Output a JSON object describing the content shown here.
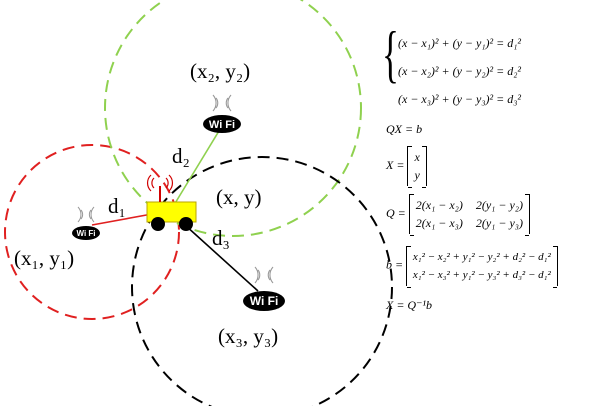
{
  "colors": {
    "red": "#e02020",
    "green": "#8fd14f",
    "black": "#000000",
    "robot": "#ffff00"
  },
  "labels": {
    "p1": "(x₁, y₁)",
    "p2": "(x₂, y₂)",
    "p3": "(x₃, y₃)",
    "robot": "(x, y)",
    "d1": "d₁",
    "d2": "d₂",
    "d3": "d₃"
  },
  "wifi_text": "Wi Fi",
  "equations": {
    "sys1": "(x − x₁)² + (y − y₁)² = d₁²",
    "sys2": "(x − x₂)² + (y − y₂)² = d₂²",
    "sys3": "(x − x₃)² + (y − y₃)² = d₃²",
    "qxb": "QX = b",
    "x_lhs": "X =",
    "x_r1": "x",
    "x_r2": "y",
    "q_lhs": "Q =",
    "q_r1c1": "2(x₁ − x₂)",
    "q_r1c2": "2(y₁ − y₂)",
    "q_r2c1": "2(x₁ − x₃)",
    "q_r2c2": "2(y₁ − y₃)",
    "b_lhs": "b =",
    "b_r1": "x₁² − x₂² + y₁² − y₂² + d₂² − d₁²",
    "b_r2": "x₁² − x₃² + y₁² − y₃² + d₃² − d₁²",
    "solution": "X = Q⁻¹b"
  }
}
